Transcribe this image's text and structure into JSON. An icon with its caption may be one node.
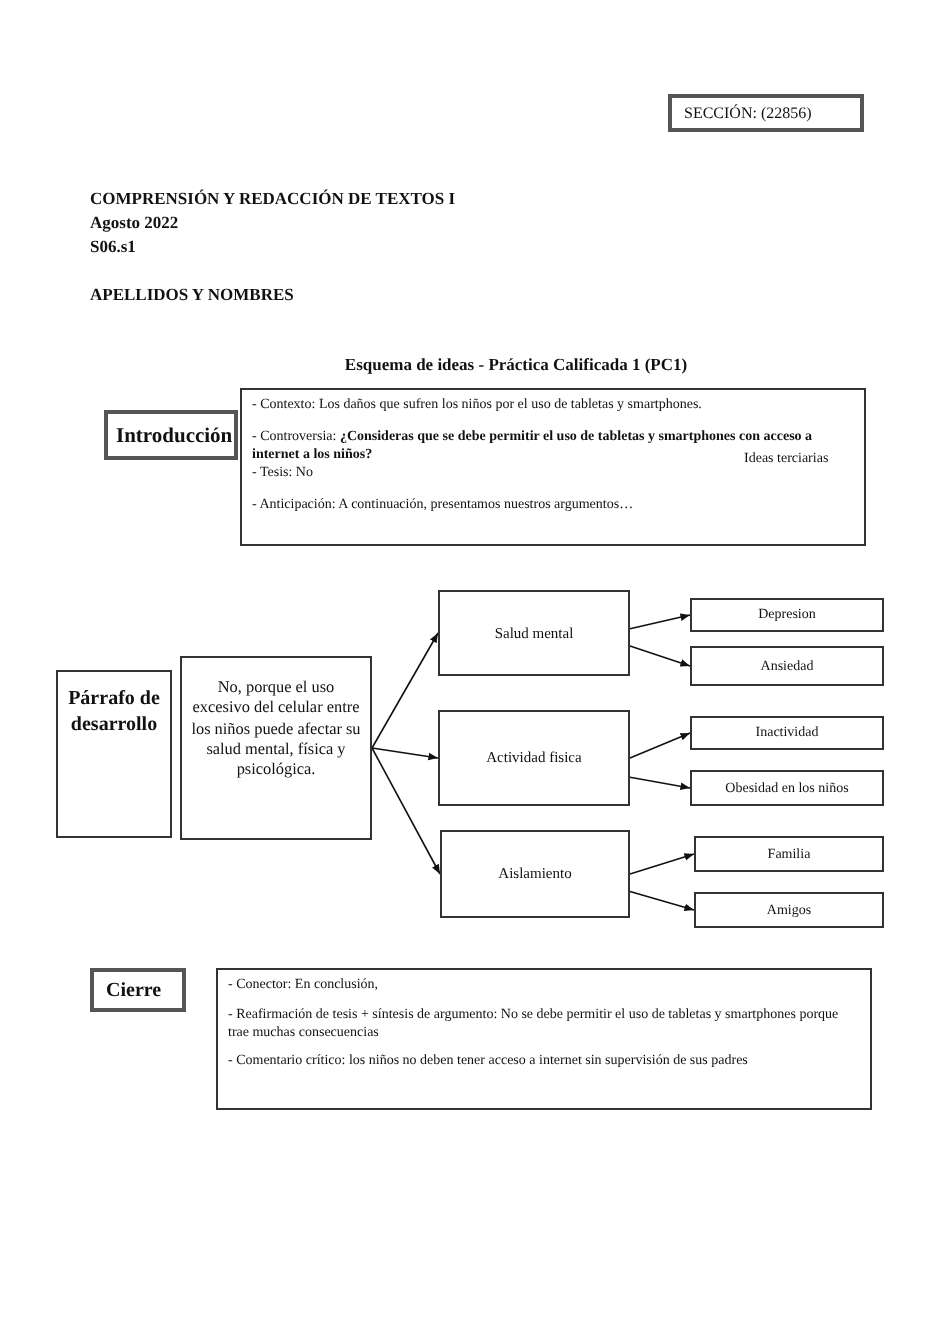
{
  "diagram": {
    "title": "COMPRENSIÓN Y REDACCIÓN DE TEXTOS I",
    "nodes": [
      {
        "text": [
          "SECCIÓN: (22856)"
        ]
      },
      {
        "text": [
          "Introducción"
        ]
      },
      {
        "text": [
          "- Contexto: Los daños que sufren los niños por el uso de tabletas y smartphones.",
          "- Controversia: **¿Consideras que se debe permitir el uso de tabletas y smartphones con acceso a internet a los niños?**",
          "- Tesis: No",
          "- Anticipación: A continuación, presentamos nuestros argumentos…"
        ]
      },
      {
        "text": [
          "Párrafo de desarrollo"
        ]
      },
      {
        "text": [
          "No, porque el uso excesivo del celular entre los niños puede afectar su salud mental, física y psicológica."
        ]
      },
      {
        "text": [
          "Salud mental"
        ]
      },
      {
        "text": [
          "Actividad fisica"
        ]
      },
      {
        "text": [
          "Aislamiento"
        ]
      },
      {
        "text": [
          "Depresion"
        ]
      },
      {
        "text": [
          "Ansiedad"
        ]
      },
      {
        "text": [
          "Inactividad"
        ]
      },
      {
        "text": [
          "Obesidad en los niños"
        ]
      },
      {
        "text": [
          "Familia"
        ]
      },
      {
        "text": [
          "Amigos"
        ]
      },
      {
        "text": [
          "Cierre"
        ]
      },
      {
        "text": [
          "- Conector: En conclusión,",
          "- Reafirmación de tesis + síntesis de argumento: No se debe permitir el uso de tabletas y smartphones porque trae muchas consecuencias",
          "- Comentario crítico: los niños no deben tener acceso a internet sin supervisión de sus padres"
        ]
      }
    ],
    "edges": [
      {
        "from": 4,
        "to": 5,
        "arrow": "to"
      },
      {
        "from": 4,
        "to": 6,
        "arrow": "to"
      },
      {
        "from": 4,
        "to": 7,
        "arrow": "to"
      },
      {
        "from": 5,
        "to": 8,
        "arrow": "to"
      },
      {
        "from": 5,
        "to": 9,
        "arrow": "to"
      },
      {
        "from": 6,
        "to": 10,
        "arrow": "to"
      },
      {
        "from": 6,
        "to": 11,
        "arrow": "to"
      },
      {
        "from": 7,
        "to": 12,
        "arrow": "to"
      },
      {
        "from": 7,
        "to": 13,
        "arrow": "to"
      }
    ],
    "labels": [
      "Agosto 2022",
      "S06.s1",
      "APELLIDOS Y NOMBRES",
      "Esquema de ideas - Práctica Calificada 1 (PC1)",
      "Ideas terciarias"
    ]
  }
}
